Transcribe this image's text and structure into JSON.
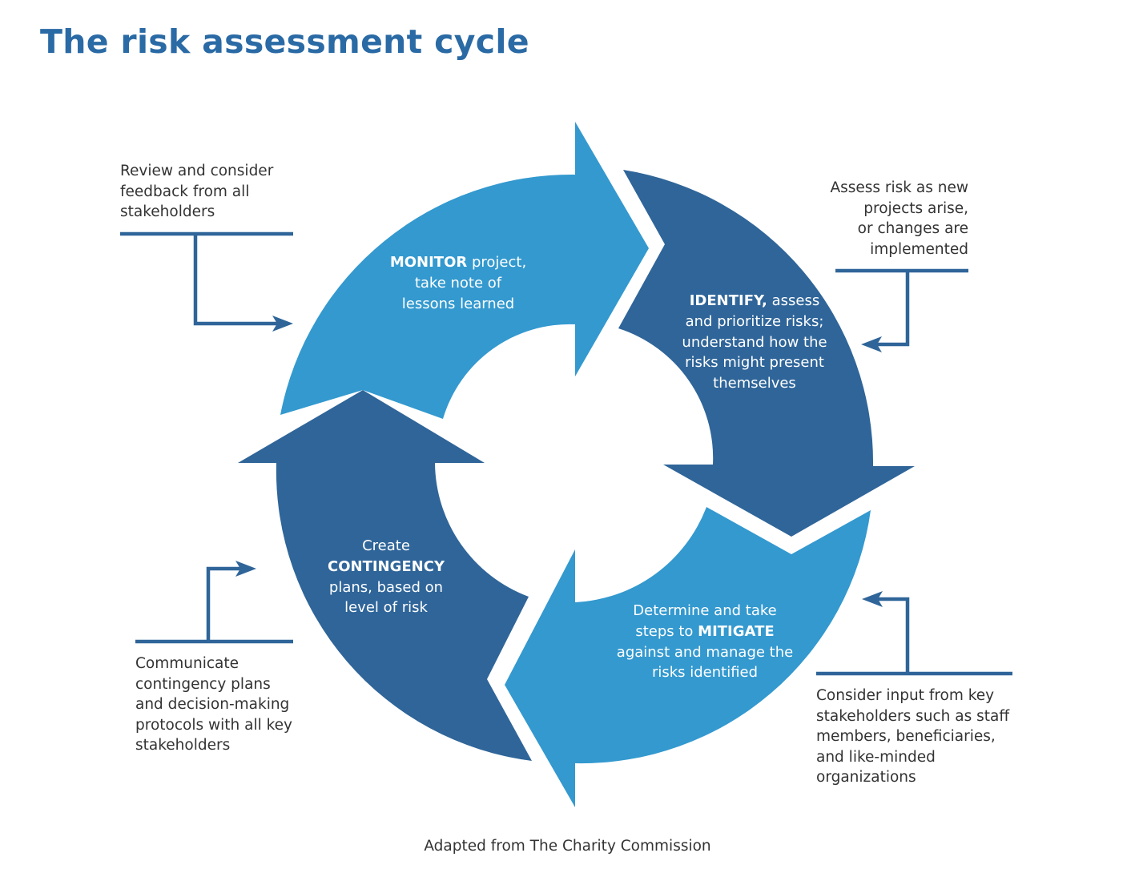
{
  "title": "The risk assessment cycle",
  "colors": {
    "light_blue": "#3399cf",
    "dark_blue": "#2f6599",
    "title_blue": "#2a6aa5",
    "connector": "#2f6599"
  },
  "segments": {
    "monitor": {
      "keyword": "MONITOR",
      "line1_rest": " project,",
      "line2": "take note of",
      "line3": "lessons learned"
    },
    "identify": {
      "keyword": "IDENTIFY,",
      "line1_rest": " assess",
      "line2": "and prioritize risks;",
      "line3": "understand how the",
      "line4": "risks might present",
      "line5": "themselves"
    },
    "mitigate": {
      "line1": "Determine and take",
      "line2_pre": "steps to ",
      "keyword": "MITIGATE",
      "line3": "against and manage the",
      "line4": "risks identified"
    },
    "contingency": {
      "line1": "Create",
      "keyword": "CONTINGENCY",
      "line3": "plans, based on",
      "line4": "level of risk"
    }
  },
  "notes": {
    "review": [
      "Review and consider",
      "feedback from all",
      "stakeholders"
    ],
    "assess": [
      "Assess risk as new",
      "projects arise,",
      "or changes are",
      "implemented"
    ],
    "communicate": [
      "Communicate",
      "contingency plans",
      "and decision-making",
      "protocols with all key",
      "stakeholders"
    ],
    "consider": [
      "Consider input from key",
      "stakeholders such as staff",
      "members, beneficiaries,",
      "and like-minded",
      "organizations"
    ]
  },
  "source": "Adapted from The Charity Commission"
}
